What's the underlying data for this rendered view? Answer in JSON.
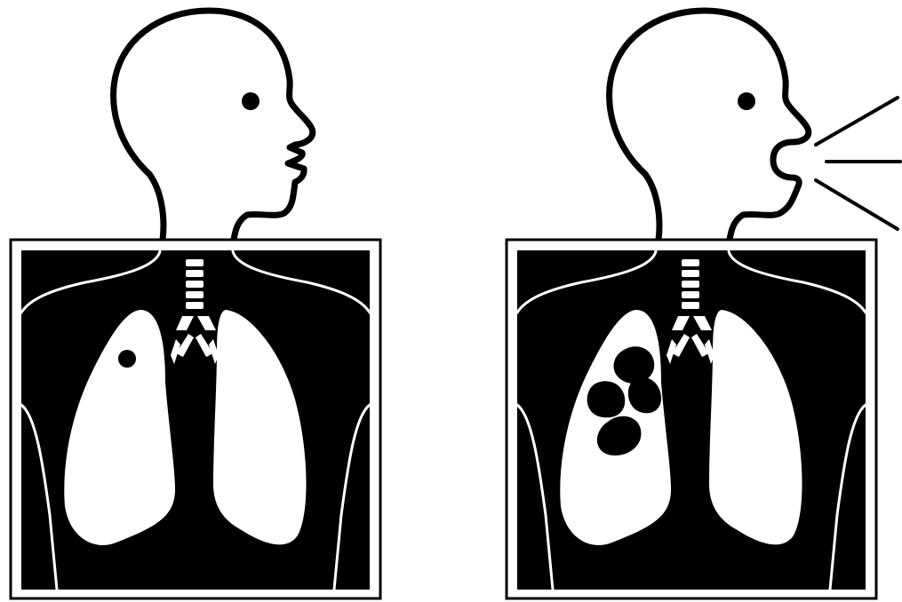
{
  "colors": {
    "background": "#ffffff",
    "ink": "#000000",
    "lung": "#ffffff",
    "film": "#000000"
  },
  "panels": [
    {
      "id": "left",
      "state": "closed-mouth",
      "lesion": "single-small-nodule",
      "lesion_count": 1,
      "cough_lines": 0
    },
    {
      "id": "right",
      "state": "open-mouth-coughing",
      "lesion": "cluster-of-cavities",
      "lesion_count": 4,
      "cough_lines": 3
    }
  ]
}
